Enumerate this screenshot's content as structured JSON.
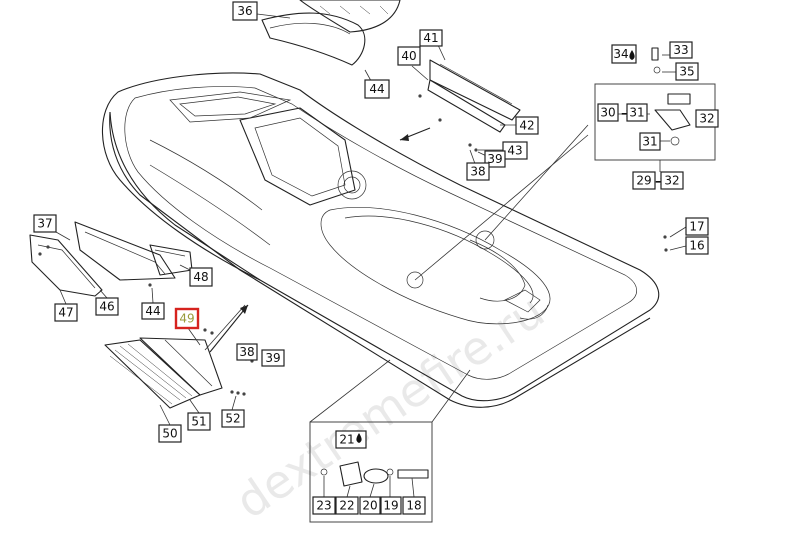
{
  "watermark": "dextremefire.ru",
  "callouts": [
    {
      "label": "36",
      "highlight": false
    },
    {
      "label": "44",
      "highlight": false
    },
    {
      "label": "40",
      "highlight": false
    },
    {
      "label": "41",
      "highlight": false
    },
    {
      "label": "42",
      "highlight": false
    },
    {
      "label": "43",
      "highlight": false
    },
    {
      "label": "39",
      "highlight": false
    },
    {
      "label": "38",
      "highlight": false
    },
    {
      "label": "34",
      "highlight": false
    },
    {
      "label": "33",
      "highlight": false
    },
    {
      "label": "35",
      "highlight": false
    },
    {
      "label": "30",
      "highlight": false
    },
    {
      "label": "31",
      "highlight": false
    },
    {
      "label": "32",
      "highlight": false
    },
    {
      "label": "31",
      "highlight": false
    },
    {
      "label": "29",
      "highlight": false
    },
    {
      "label": "32",
      "highlight": false
    },
    {
      "label": "17",
      "highlight": false
    },
    {
      "label": "16",
      "highlight": false
    },
    {
      "label": "37",
      "highlight": false
    },
    {
      "label": "48",
      "highlight": false
    },
    {
      "label": "47",
      "highlight": false
    },
    {
      "label": "46",
      "highlight": false
    },
    {
      "label": "44",
      "highlight": false
    },
    {
      "label": "49",
      "highlight": true
    },
    {
      "label": "38",
      "highlight": false
    },
    {
      "label": "39",
      "highlight": false
    },
    {
      "label": "52",
      "highlight": false
    },
    {
      "label": "51",
      "highlight": false
    },
    {
      "label": "50",
      "highlight": false
    },
    {
      "label": "21",
      "highlight": false
    },
    {
      "label": "23",
      "highlight": false
    },
    {
      "label": "22",
      "highlight": false
    },
    {
      "label": "20",
      "highlight": false
    },
    {
      "label": "19",
      "highlight": false
    },
    {
      "label": "18",
      "highlight": false
    }
  ]
}
